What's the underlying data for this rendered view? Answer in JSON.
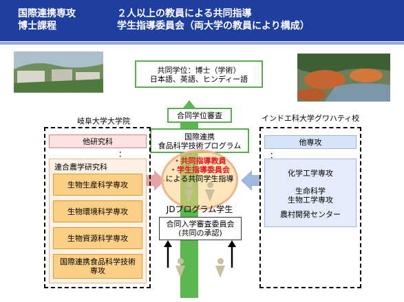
{
  "header": {
    "left_line1": "国際連携専攻",
    "left_line2": "博士課程",
    "right_line1": "２人以上の教員による共同指導",
    "right_line2": "学生指導委員会（両大学の教員により構成）"
  },
  "degree_box": {
    "line1": "共同学位：博士（学術）",
    "line2": "日本語、英語、ヒンディー語"
  },
  "review_box": "合同学位審査",
  "program_box": {
    "line1": "国際連携",
    "line2": "食品科学技術プログラム"
  },
  "circle": {
    "line1": "・共同指導教員",
    "line2": "・学生指導委員会",
    "line3": "による共同学生指導"
  },
  "jd_label": "JDプログラム学生",
  "admission_box": {
    "line1": "合同入学審査委員会",
    "line2": "(共同の承認)"
  },
  "left_group": {
    "title": "岐阜大学大学院",
    "other_box": "他研究科",
    "dots": "：",
    "graduate_school": "連合農学研究科",
    "majors": [
      {
        "label": "生物生産科学専攻"
      },
      {
        "label": "生物環境科学専攻"
      },
      {
        "label": "生物資源科学専攻"
      },
      {
        "line1": "国際連携食品科学技術",
        "line2": "専攻"
      }
    ]
  },
  "right_group": {
    "title": "インドエ科大学グワハティ校",
    "other_box": "他専攻",
    "dots": "：",
    "majors": [
      {
        "label": "化学工学専攻"
      },
      {
        "line1": "生命科学",
        "line2": "生物工学専攻"
      },
      {
        "label": "農村開発センター"
      }
    ]
  },
  "colors": {
    "header_blue": "#1f3fa0",
    "orange_fill": "#fbcf85",
    "blue_fill": "#d7e3f8",
    "green_arrow": "#5bb84e",
    "red_text": "#e8141e",
    "pink_arrow": "#e6a3a6",
    "blue_arrow": "#9eb8de"
  },
  "icons": [
    "campus-photo",
    "lake-photo",
    "person-icon",
    "arrow-icon"
  ]
}
